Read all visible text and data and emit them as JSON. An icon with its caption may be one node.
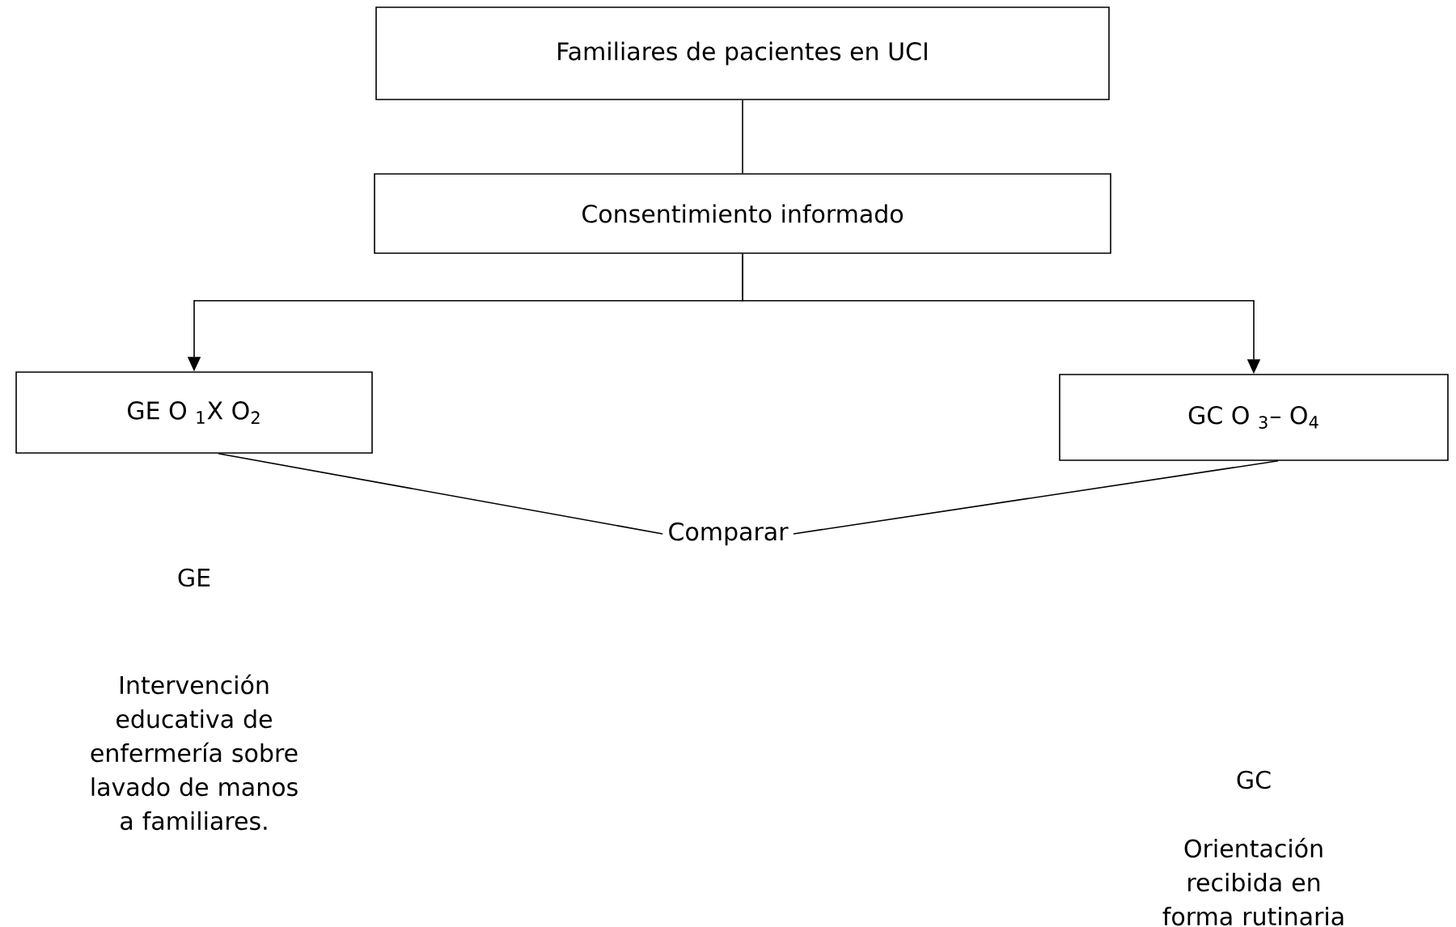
{
  "diagram": {
    "nodes": [
      {
        "text": [
          "Familiares  de pacientes en UCI"
        ]
      },
      {
        "text": [
          "Consentimiento informado"
        ]
      },
      {
        "text": [
          "GE O $_{1}$X  O$_{2}$"
        ]
      },
      {
        "text": [
          "GC O  $_{3}$– O$_{4}$"
        ]
      },
      {
        "text": [
          "Comparar"
        ]
      }
    ],
    "edges": [
      {
        "from": 0,
        "to": 1,
        "arrow": "none"
      },
      {
        "from": 1,
        "to": 2,
        "arrow": "to"
      },
      {
        "from": 1,
        "to": 3,
        "arrow": "to"
      },
      {
        "from": 2,
        "to": 4,
        "arrow": "none"
      },
      {
        "from": 3,
        "to": 4,
        "arrow": "none"
      }
    ],
    "labels": [
      "GE",
      "Intervención educativa de enfermería sobre lavado de manos a familiares.",
      "GC",
      "Orientación recibida en forma rutinaria"
    ]
  }
}
